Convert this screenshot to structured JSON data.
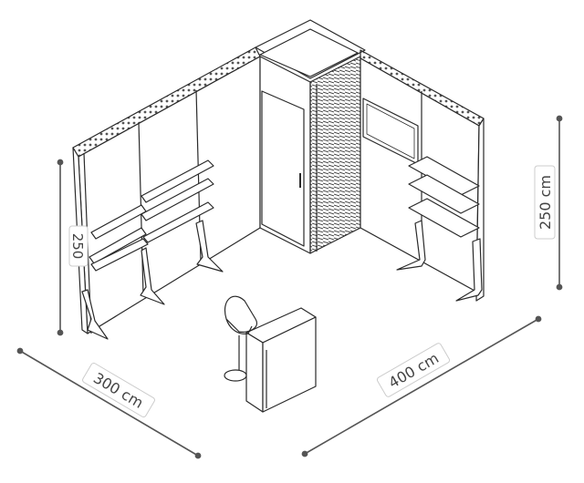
{
  "dimensions": {
    "left_height": "250",
    "right_height": "250 cm",
    "depth": "300 cm",
    "width": "400 cm"
  },
  "colors": {
    "stroke": "#2a2a2a",
    "dim_line": "#555555",
    "label_bg": "#ffffff",
    "label_border": "#cccccc",
    "panel_fill": "#ffffff",
    "hatch": "#333333"
  }
}
